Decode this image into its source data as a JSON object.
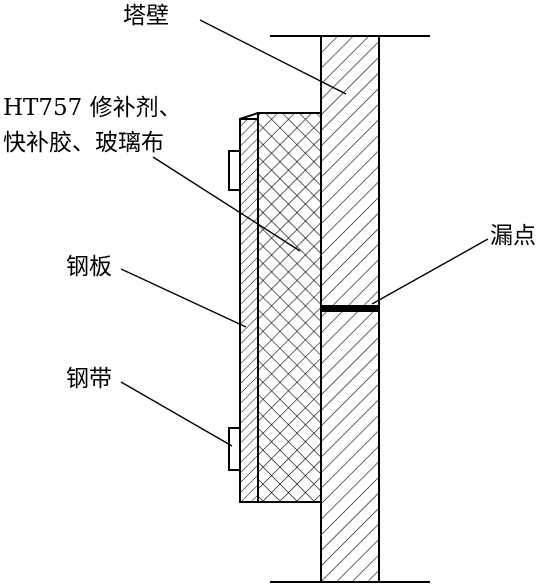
{
  "labels": {
    "tower_wall": "塔壁",
    "repair_material_line1": "HT757 修补剂、",
    "repair_material_line2": "快补胶、玻璃布",
    "steel_plate": "钢板",
    "steel_strap": "钢带",
    "leak_point": "漏点"
  },
  "colors": {
    "line": "#000000",
    "background": "#ffffff"
  }
}
